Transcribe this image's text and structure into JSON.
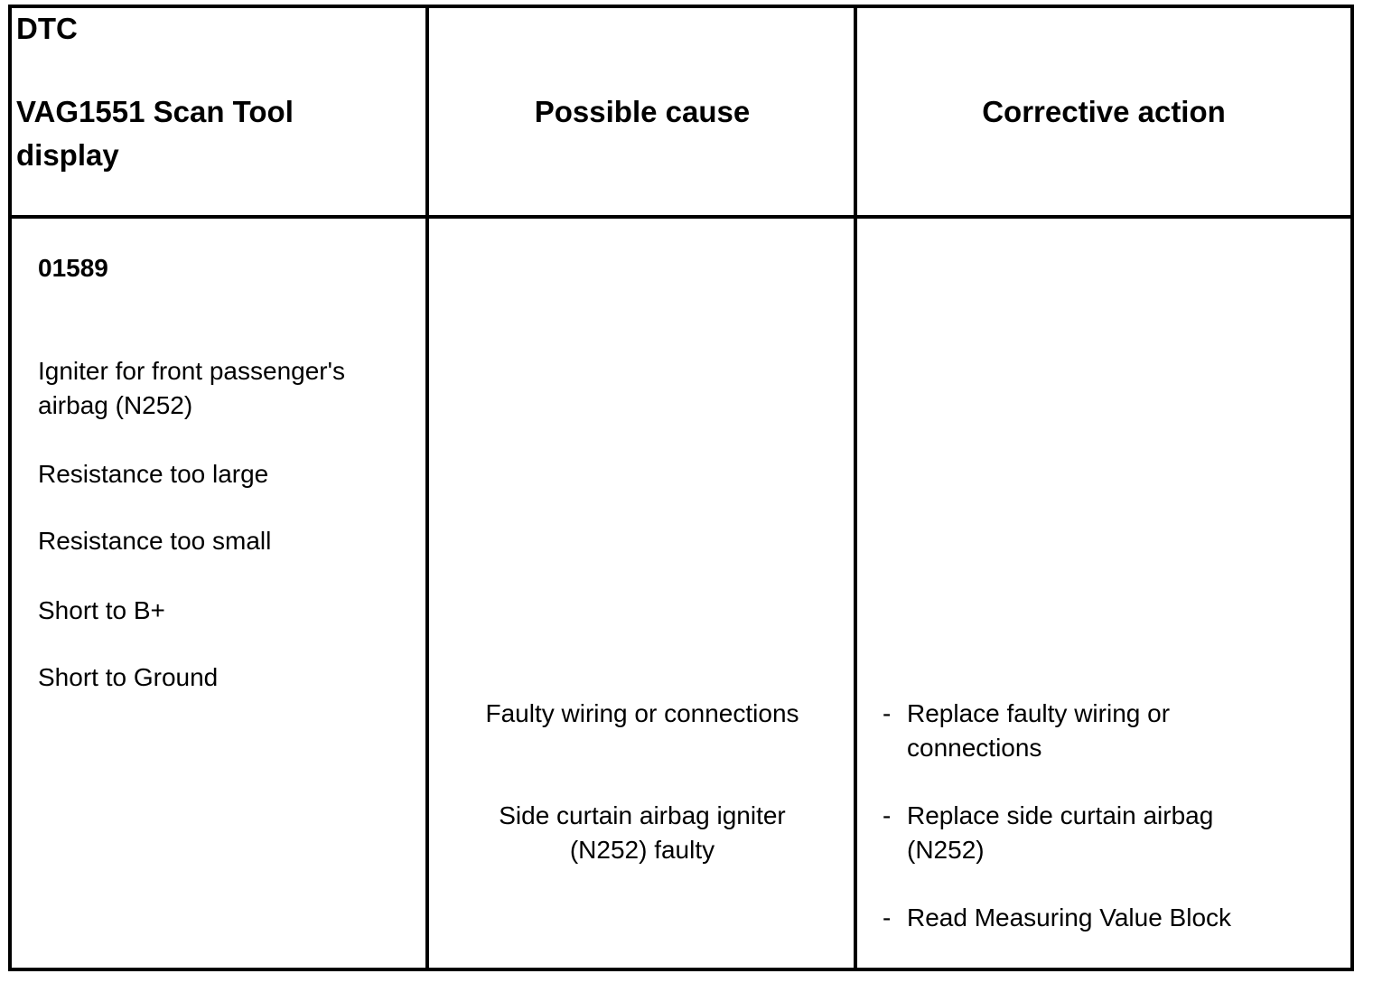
{
  "table": {
    "headers": {
      "dtc_line1": "DTC",
      "dtc_line2": "VAG1551 Scan Tool",
      "dtc_line3": "display",
      "possible_cause": "Possible cause",
      "corrective_action": "Corrective action"
    },
    "row": {
      "dtc_code": "01589",
      "component_line1": "Igniter for front passenger's",
      "component_line2": "airbag (N252)",
      "faults": [
        "Resistance too large",
        "Resistance too small",
        "Short to B+",
        "Short to Ground"
      ],
      "causes": [
        {
          "line1": "Faulty wiring or connections"
        },
        {
          "line1": "Side curtain airbag igniter",
          "line2": "(N252) faulty"
        }
      ],
      "actions": [
        {
          "dash": "-",
          "line1": "Replace faulty wiring or",
          "line2": "connections"
        },
        {
          "dash": "-",
          "line1": "Replace side curtain airbag",
          "line2": "(N252)"
        },
        {
          "dash": "-",
          "line1": "Read Measuring Value Block"
        }
      ]
    }
  }
}
